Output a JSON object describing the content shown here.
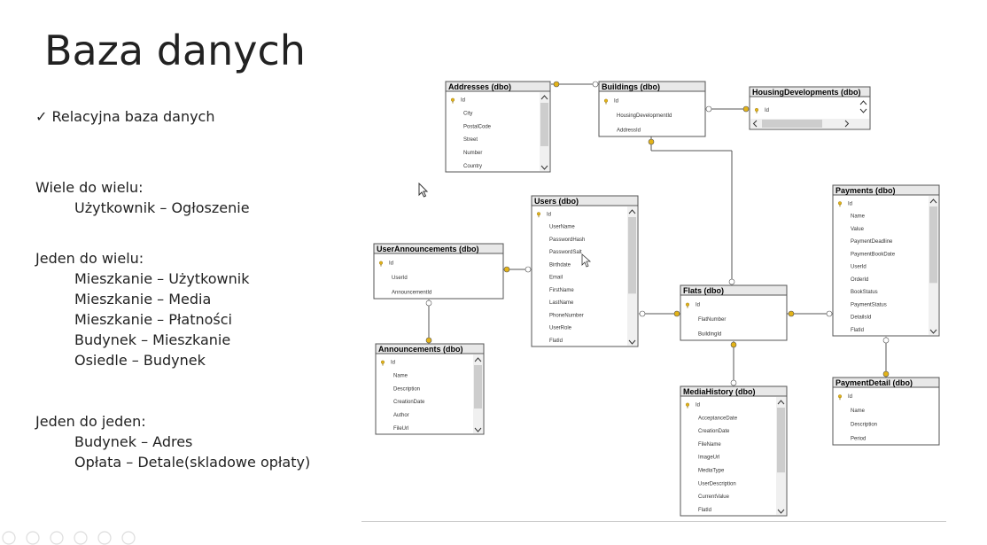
{
  "slide": {
    "title": "Baza danych",
    "bullet": "✓  Relacyjna baza danych",
    "sections": [
      {
        "heading": "Wiele do wielu:",
        "items": [
          "Użytkownik – Ogłoszenie"
        ]
      },
      {
        "heading": "Jeden do wielu:",
        "items": [
          "Mieszkanie – Użytkownik",
          "Mieszkanie – Media",
          "Mieszkanie – Płatności",
          "Budynek – Mieszkanie",
          "Osiedle – Budynek"
        ]
      },
      {
        "heading": "Jeden do jeden:",
        "items": [
          "Budynek – Adres",
          "Opłata – Detale(skladowe opłaty)"
        ]
      }
    ]
  },
  "diagram": {
    "tables": {
      "addresses": {
        "title": "Addresses (dbo)",
        "cols": [
          "Id",
          "City",
          "PostalCode",
          "Street",
          "Number",
          "Country"
        ]
      },
      "buildings": {
        "title": "Buildings (dbo)",
        "cols": [
          "Id",
          "HousingDevelopmentId",
          "AddressId"
        ]
      },
      "housing": {
        "title": "HousingDevelopments (dbo)",
        "cols": [
          "Id"
        ]
      },
      "users": {
        "title": "Users (dbo)",
        "cols": [
          "Id",
          "UserName",
          "PasswordHash",
          "PasswordSalt",
          "Birthdate",
          "Email",
          "FirstName",
          "LastName",
          "PhoneNumber",
          "UserRole",
          "FlatId"
        ]
      },
      "userann": {
        "title": "UserAnnouncements (dbo)",
        "cols": [
          "Id",
          "UserId",
          "AnnouncementId"
        ]
      },
      "announcements": {
        "title": "Announcements (dbo)",
        "cols": [
          "Id",
          "Name",
          "Description",
          "CreationDate",
          "Author",
          "FileUrl"
        ]
      },
      "flats": {
        "title": "Flats (dbo)",
        "cols": [
          "Id",
          "FlatNumber",
          "BuildingId"
        ]
      },
      "payments": {
        "title": "Payments (dbo)",
        "cols": [
          "Id",
          "Name",
          "Value",
          "PaymentDeadline",
          "PaymentBookDate",
          "UserId",
          "OrderId",
          "BookStatus",
          "PaymentStatus",
          "DetailsId",
          "FlatId"
        ]
      },
      "paydetail": {
        "title": "PaymentDetail (dbo)",
        "cols": [
          "Id",
          "Name",
          "Description",
          "Period"
        ]
      },
      "media": {
        "title": "MediaHistory (dbo)",
        "cols": [
          "Id",
          "AcceptanceDate",
          "CreationDate",
          "FileName",
          "ImageUrl",
          "MediaType",
          "UserDescription",
          "CurrentValue",
          "FlatId"
        ]
      }
    }
  }
}
